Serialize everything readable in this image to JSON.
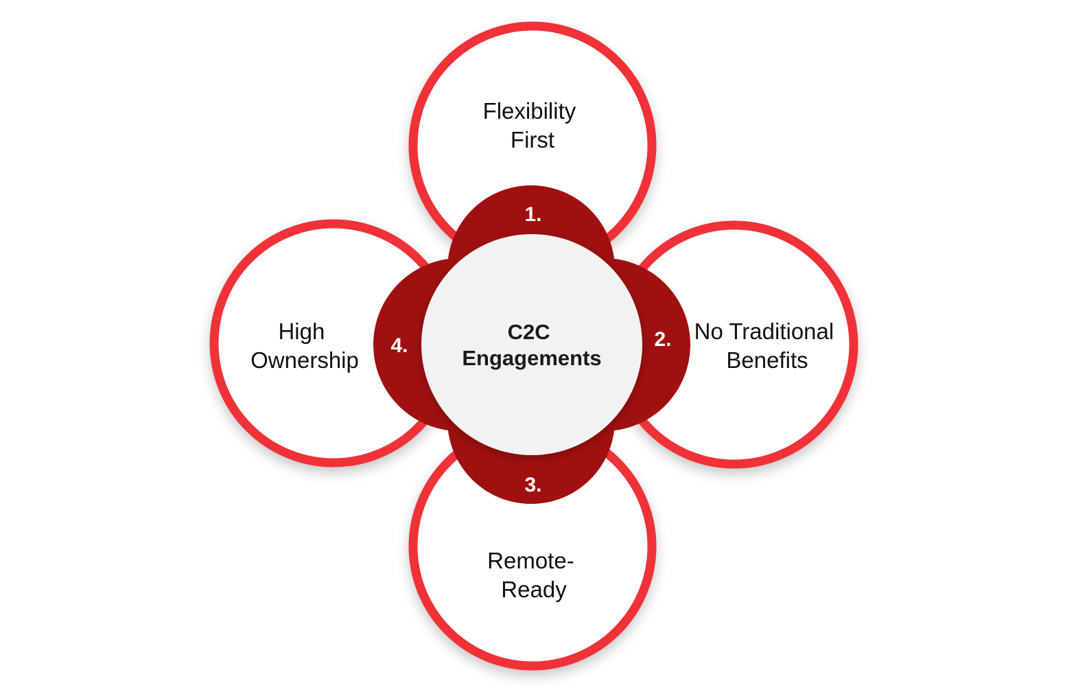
{
  "diagram": {
    "center": {
      "line1": "C2C",
      "line2": "Engagements"
    },
    "petals": [
      {
        "number": "1.",
        "line1": "Flexibility",
        "line2": "First"
      },
      {
        "number": "2.",
        "line1": "No Traditional",
        "line2": "Benefits"
      },
      {
        "number": "3.",
        "line1": "Remote-",
        "line2": "Ready"
      },
      {
        "number": "4.",
        "line1": "High",
        "line2": "Ownership"
      }
    ],
    "colors": {
      "ring": "#ef3339",
      "badge": "#a01010",
      "center_fill": "#f2f2f2",
      "outer_fill": "#ffffff"
    }
  }
}
